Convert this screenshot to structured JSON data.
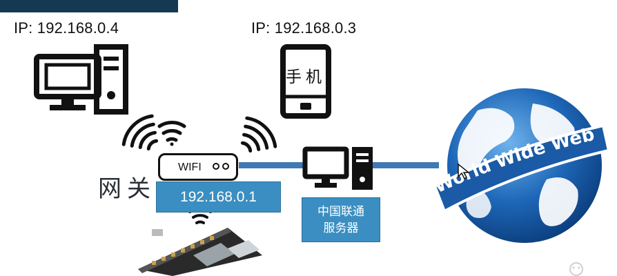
{
  "labels": {
    "pc_ip": "IP: 192.168.0.4",
    "phone_ip": "IP: 192.168.0.3",
    "phone": "手机",
    "gateway": "网关",
    "router": "WIFI",
    "router_ip": "192.168.0.1",
    "isp_line1": "中国联通",
    "isp_line2": "服务器",
    "internet": "World Wide Web"
  },
  "colors": {
    "accent_blue": "#3b8ec1",
    "link_blue": "#3f78b5",
    "top_bar": "#143a52",
    "icon_black": "#111111",
    "globe_blue": "#1e67b8"
  },
  "icons": [
    "desktop-computer-icon",
    "mobile-phone-icon",
    "wifi-signal-icon",
    "wifi-router-icon",
    "server-computer-icon",
    "globe-icon",
    "dev-board-image",
    "cursor-icon"
  ]
}
